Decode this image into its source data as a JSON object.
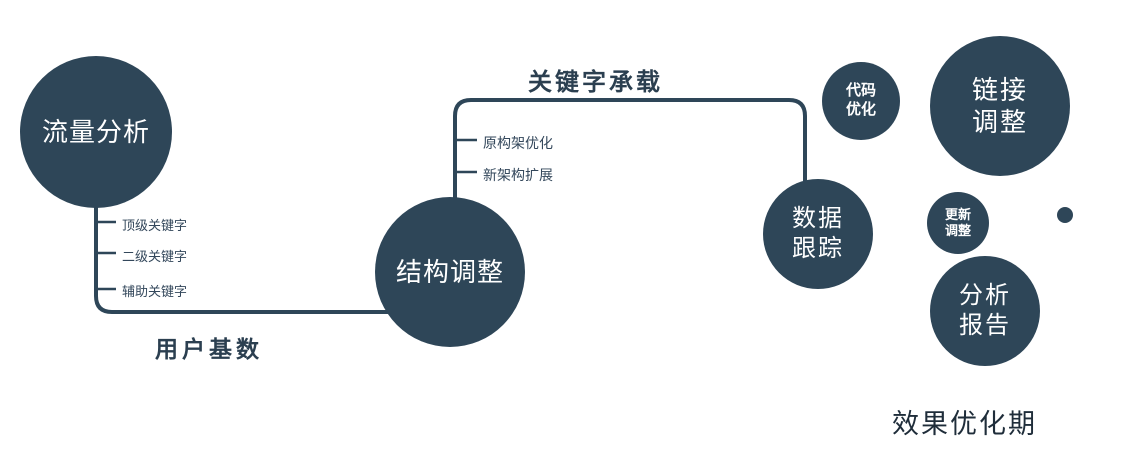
{
  "colors": {
    "circle_fill": "#2e4658",
    "line": "#2e4658",
    "branch_label": "#33475b",
    "edge_label": "#2b3f50",
    "text_on_circle": "#ffffff"
  },
  "nodes": {
    "traffic": {
      "label": "流量分析"
    },
    "structure": {
      "label": "结构调整"
    },
    "tracking": {
      "line1": "数据",
      "line2": "跟踪"
    },
    "code": {
      "line1": "代码",
      "line2": "优化"
    },
    "link": {
      "line1": "链接",
      "line2": "调整"
    },
    "update": {
      "line1": "更新",
      "line2": "调整"
    },
    "report": {
      "line1": "分析",
      "line2": "报告"
    }
  },
  "edges": {
    "user_base": "用户基数",
    "keyword_carry": "关键字承载"
  },
  "branches": {
    "traffic": [
      "顶级关键字",
      "二级关键字",
      "辅助关键字"
    ],
    "structure": [
      "原构架优化",
      "新架构扩展"
    ]
  },
  "footer": "效果优化期"
}
